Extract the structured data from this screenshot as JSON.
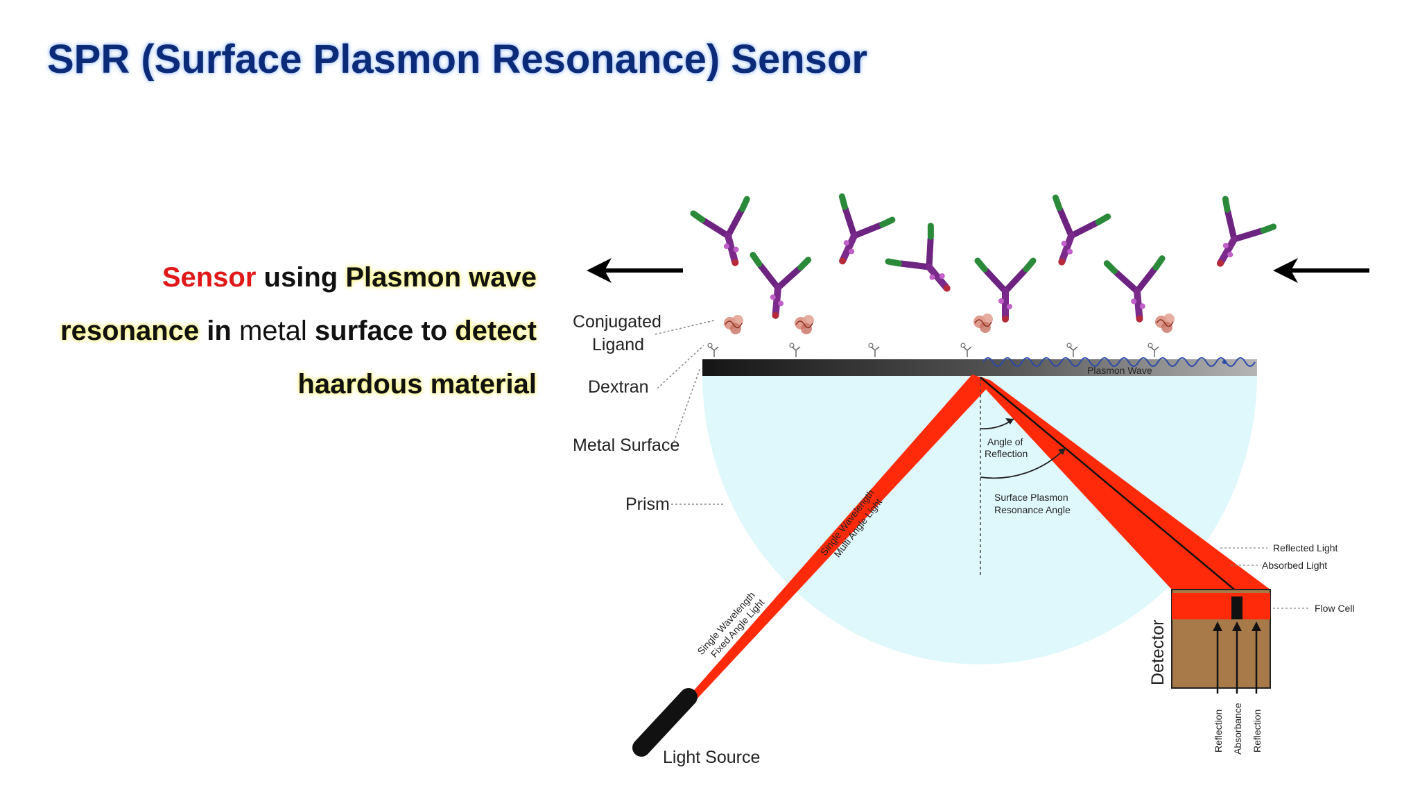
{
  "title": "SPR (Surface Plasmon Resonance) Sensor",
  "description": {
    "word1": "Sensor",
    "word2": " using ",
    "word3": "Plasmon wave",
    "word4": "resonance",
    "word5": " in ",
    "word6": "metal",
    "word7": " surface to ",
    "word8": "detect",
    "word9": "haardous material"
  },
  "diagram_labels": {
    "conjugated": "Conjugated",
    "ligand": "Ligand",
    "dextran": "Dextran",
    "metal_surface": "Metal Surface",
    "prism": "Prism",
    "light_source": "Light Source",
    "plasmon_wave": "Plasmon Wave",
    "angle_of": "Angle of",
    "reflection": "Reflection",
    "spr_angle_1": "Surface Plasmon",
    "spr_angle_2": "Resonance Angle",
    "multi_1": "Single Wavelength",
    "multi_2": "Multi Angle Light",
    "fixed_1": "Single Wavelength",
    "fixed_2": "Fixed Angle Light",
    "reflected_light": "Reflected Light",
    "absorbed_light": "Absorbed Light",
    "flow_cell": "Flow Cell",
    "detector": "Detector",
    "det_reflection_1": "Reflection",
    "det_absorbance": "Absorbance",
    "det_reflection_2": "Reflection"
  },
  "colors": {
    "title": "#0b2a78",
    "prism_fill": "#dff8fc",
    "beam": "#ff2a0a",
    "detector_body": "#a87a4a",
    "antibody_purple": "#7a2a8a",
    "antibody_green": "#2a8a3a"
  }
}
